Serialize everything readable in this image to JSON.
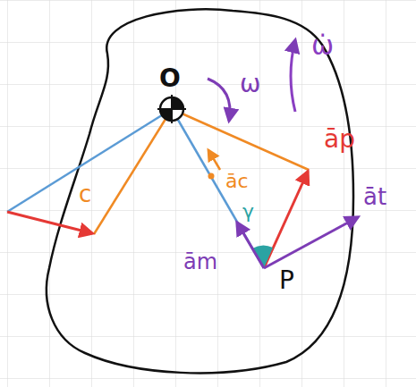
{
  "diagram": {
    "labels": [
      "O",
      "ω",
      "ω̇",
      "āp",
      "āc",
      "c",
      "γ",
      "ām",
      "P",
      "āt"
    ]
  }
}
